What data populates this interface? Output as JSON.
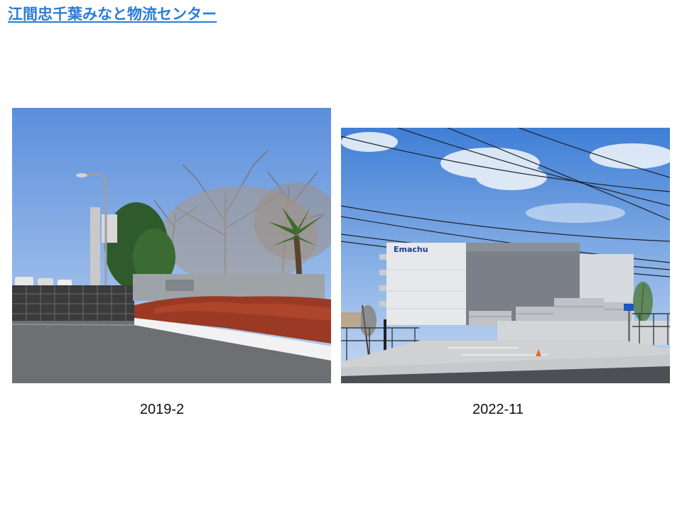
{
  "page": {
    "title": "江間忠千葉みなと物流センター"
  },
  "photos": [
    {
      "caption": "2019-2"
    },
    {
      "caption": "2022-11",
      "building_logo": "Emachu"
    }
  ]
}
